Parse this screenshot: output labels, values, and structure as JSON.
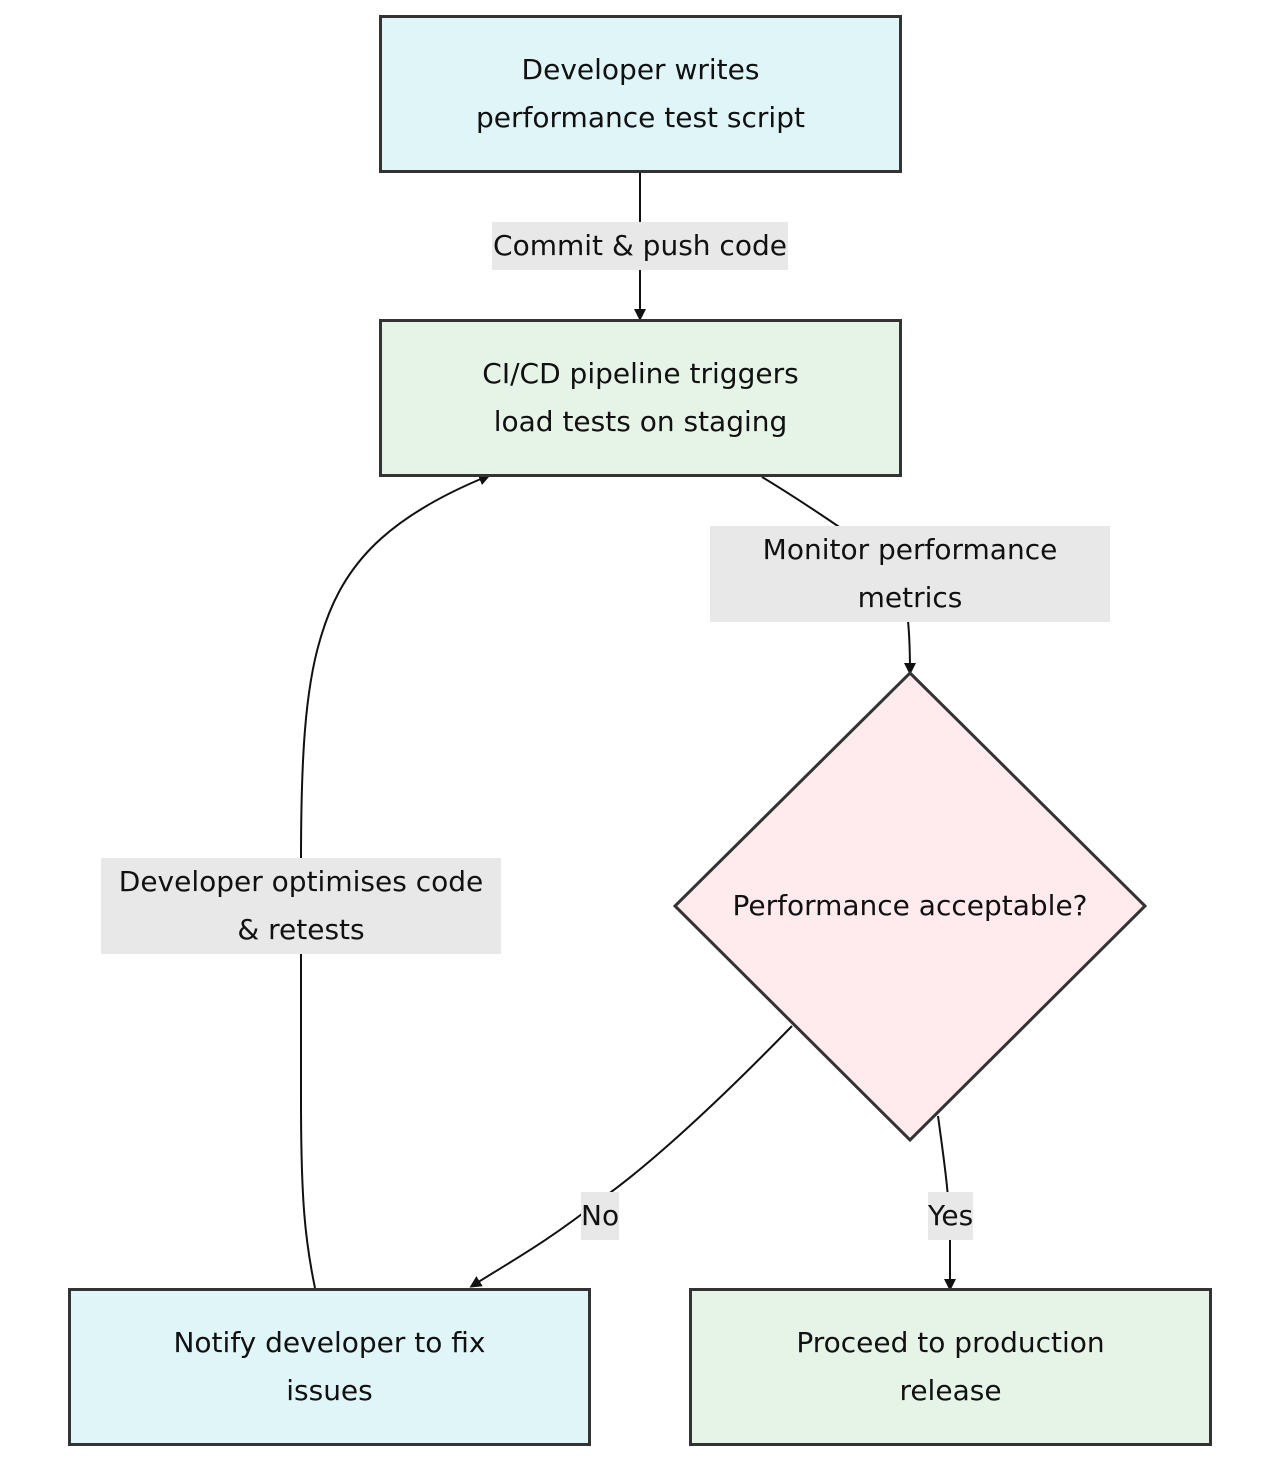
{
  "nodes": {
    "write_script": {
      "line1": "Developer writes",
      "line2": "performance test script"
    },
    "pipeline": {
      "line1": "CI/CD pipeline triggers",
      "line2": "load tests on staging"
    },
    "decision": {
      "label": "Performance acceptable?"
    },
    "notify": {
      "line1": "Notify developer to fix",
      "line2": "issues"
    },
    "proceed": {
      "line1": "Proceed to production",
      "line2": "release"
    }
  },
  "edges": {
    "commit": "Commit & push code",
    "monitor": {
      "line1": "Monitor performance",
      "line2": "metrics"
    },
    "optimise": {
      "line1": "Developer optimises code",
      "line2": "& retests"
    },
    "no": "No",
    "yes": "Yes"
  },
  "colors": {
    "blue_node": "#dff5f7",
    "green_node": "#e6f4e7",
    "decision_node": "#ffebee",
    "border": "#333333",
    "edge_label_bg": "#e8e8e8"
  }
}
